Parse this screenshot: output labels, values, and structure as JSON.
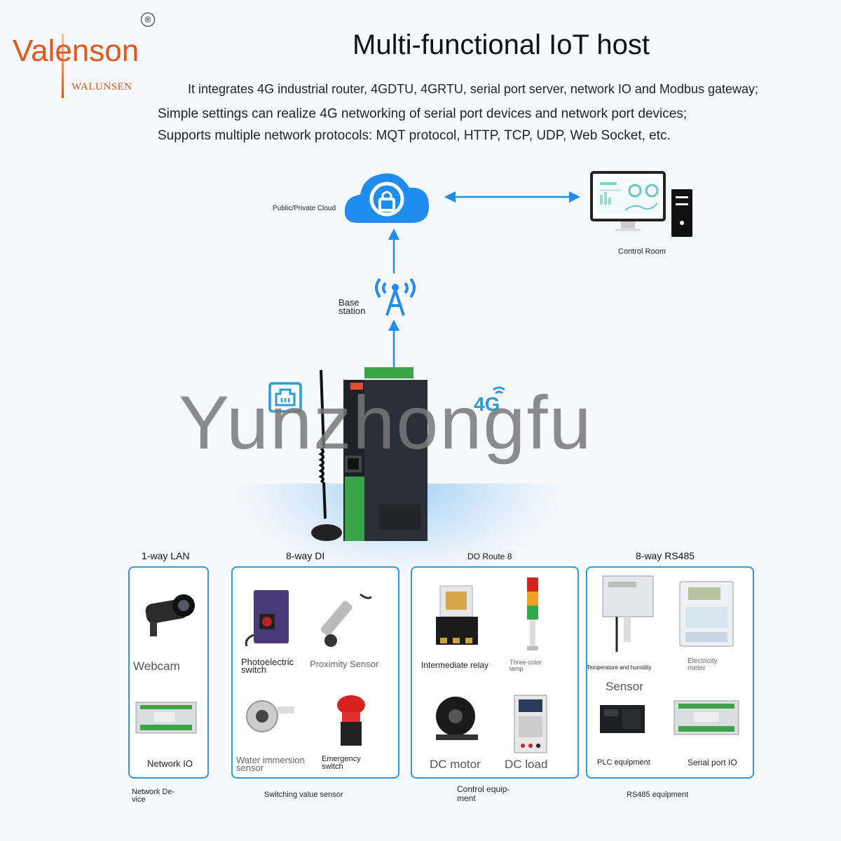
{
  "brand": {
    "name": "Valenson",
    "sub": "WALUNSEN",
    "registered": "®"
  },
  "header": {
    "title": "Multi-functional IoT host",
    "lines": [
      "It integrates 4G industrial router, 4GDTU, 4GRTU, serial port server, network IO and Modbus gateway;",
      "Simple settings can realize 4G networking of serial port devices and network port devices;",
      "Supports multiple network protocols: MQT protocol, HTTP, TCP, UDP, Web Socket, etc."
    ]
  },
  "topology": {
    "cloud_label": "Public/Private Cloud",
    "control_room_label": "Control Room",
    "base_station_label_1": "Base",
    "base_station_label_2": "station",
    "badge_4g": "4G"
  },
  "watermark": "Yunzhongfu",
  "colors": {
    "accent": "#2a9bd4",
    "brand": "#e2581f",
    "cloud": "#1f8cf0"
  },
  "sections": {
    "lan": {
      "title": "1-way LAN",
      "items": [
        "Webcam",
        "Network IO"
      ],
      "category": [
        "Network De-",
        "vice"
      ]
    },
    "di": {
      "title": "8-way DI",
      "items": [
        "Photoelectric",
        "switch",
        "Proximity Sensor",
        "Water immersion",
        "sensor",
        "Emergency",
        "switch"
      ],
      "category": "Switching value sensor"
    },
    "do": {
      "title": "DO Route 8",
      "items": [
        "Intermediate relay",
        "Three-color",
        "lamp",
        "DC motor",
        "DC load"
      ],
      "category": [
        "Control equip-",
        "ment"
      ]
    },
    "rs485": {
      "title": "8-way RS485",
      "items": [
        "Temperature and humidity",
        "Electricity",
        "meter",
        "Sensor",
        "PLC equipment",
        "Serial port IO"
      ],
      "category": "RS485 equipment"
    }
  }
}
